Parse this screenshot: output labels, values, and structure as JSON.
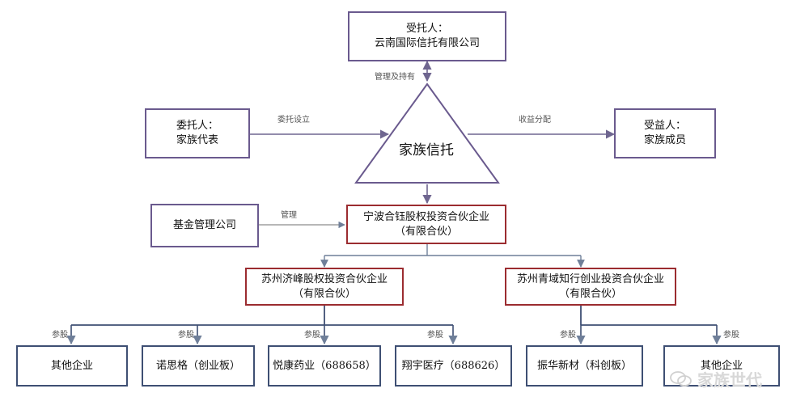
{
  "trustee": {
    "line1": "受托人：",
    "line2": "云南国际信托有限公司"
  },
  "settlor": {
    "line1": "委托人：",
    "line2": "家族代表"
  },
  "beneficiary": {
    "line1": "受益人：",
    "line2": "家族成员"
  },
  "trust": {
    "label": "家族信托"
  },
  "fund_manager": {
    "label": "基金管理公司"
  },
  "ningbo": {
    "line1": "宁波合钰股权投资合伙企业",
    "line2": "（有限合伙）"
  },
  "jifeng": {
    "line1": "苏州济峰股权投资合伙企业",
    "line2": "（有限合伙）"
  },
  "qingyu": {
    "line1": "苏州青域知行创业投资合伙企业",
    "line2": "（有限合伙）"
  },
  "edges": {
    "manage_hold": "管理及持有",
    "entrust": "委托设立",
    "benefit": "收益分配",
    "manage": "管理",
    "invest": "参股"
  },
  "companies": [
    "其他企业",
    "诺思格（创业板）",
    "悦康药业（688658）",
    "翔宇医疗（688626）",
    "振华新材（科创板）",
    "其他企业"
  ],
  "watermark": {
    "text": "家族世代",
    "icon": "wechat-icon"
  },
  "colors": {
    "purple": "#6a5a8e",
    "red": "#9b2c30",
    "blue": "#3e4f73",
    "line": "#6f7f99"
  }
}
